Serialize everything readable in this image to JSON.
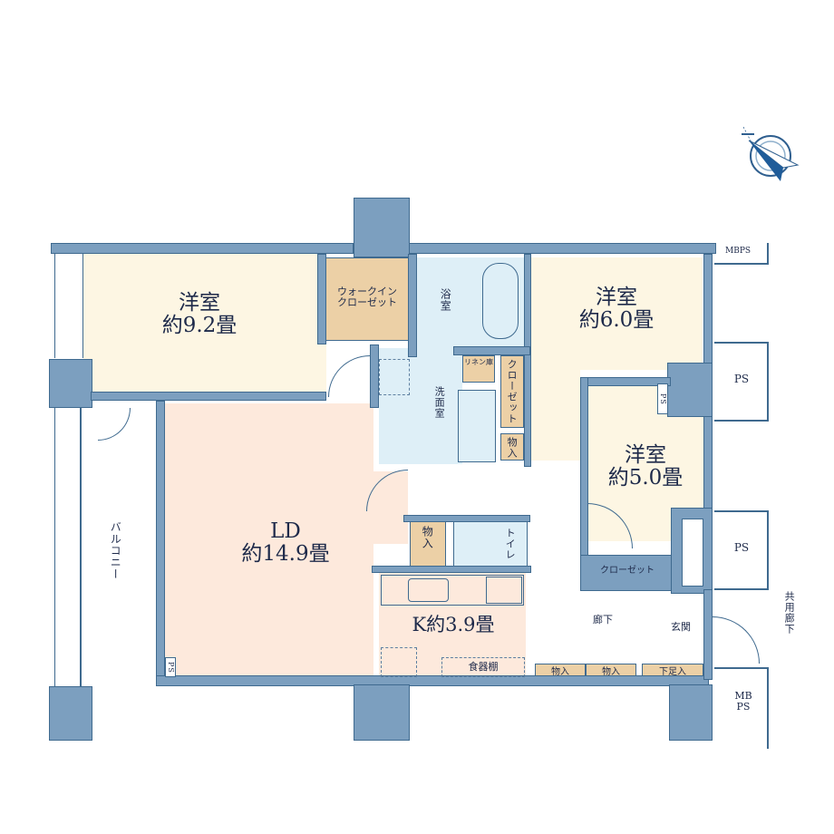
{
  "compass": {
    "icon": "compass-north-icon",
    "north_label": "N"
  },
  "rooms": {
    "western_room_1": {
      "name": "洋室",
      "size": "約9.2畳"
    },
    "walk_in_closet": {
      "line1": "ウォークイン",
      "line2": "クローゼット"
    },
    "bathroom": {
      "name": "浴室"
    },
    "western_room_2": {
      "name": "洋室",
      "size": "約6.0畳"
    },
    "linen_storage": {
      "name": "リネン庫"
    },
    "closet_mid": {
      "name": "クローゼット"
    },
    "washroom": {
      "name": "洗面室"
    },
    "storage_mid": {
      "name": "物入"
    },
    "western_room_3": {
      "name": "洋室",
      "size": "約5.0畳"
    },
    "ld": {
      "name": "LD",
      "size": "約14.9畳"
    },
    "storage_ld": {
      "name": "物入"
    },
    "toilet": {
      "name": "トイレ"
    },
    "kitchen": {
      "name": "K約3.9畳"
    },
    "cupboard": {
      "name": "食器棚"
    },
    "closet_room3": {
      "name": "クローゼット"
    },
    "hallway": {
      "name": "廊下"
    },
    "entrance": {
      "name": "玄関"
    },
    "storage_hall_1": {
      "name": "物入"
    },
    "storage_hall_2": {
      "name": "物入"
    },
    "shoe_storage": {
      "name": "下足入"
    },
    "balcony": {
      "name": "バルコニー"
    }
  },
  "utility": {
    "mbps_top": "MBPS",
    "ps_right_1": "PS",
    "ps_right_2": "PS",
    "mbps_bottom_line1": "MB",
    "mbps_bottom_line2": "PS",
    "ps_small_room3": "PS",
    "ps_small_ld": "PS",
    "common_corridor": "共用廊下"
  },
  "colors": {
    "wall": "#7c9fbf",
    "wall_border": "#3f6a8f",
    "western_room": "#fdf6e3",
    "ld": "#fde9dc",
    "wet_area": "#deeff7",
    "storage": "#ecd0a6",
    "text": "#1e2a4a"
  }
}
